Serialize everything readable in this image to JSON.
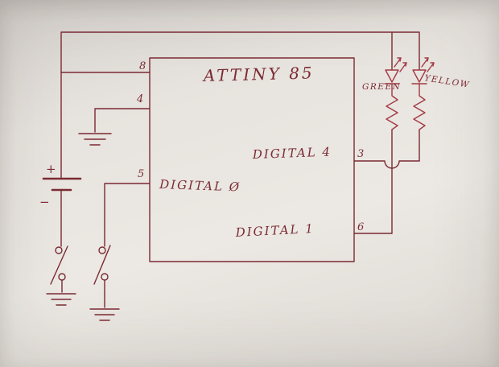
{
  "schematic": {
    "chip_title": "ATTINY 85",
    "pins": {
      "p8": "8",
      "p4": "4",
      "p5": "5",
      "p3": "3",
      "p6": "6"
    },
    "nets": {
      "digital0": "DIGITAL Ø",
      "digital4": "DIGITAL 4",
      "digital1": "DIGITAL 1"
    },
    "components": {
      "green_led": "GREEN",
      "yellow_led": "YELLOW",
      "battery_plus": "+",
      "battery_minus": "−"
    },
    "colors": {
      "ink": "#7b2a33",
      "accent": "#a33a44",
      "paper": "#e9e5e0"
    }
  }
}
